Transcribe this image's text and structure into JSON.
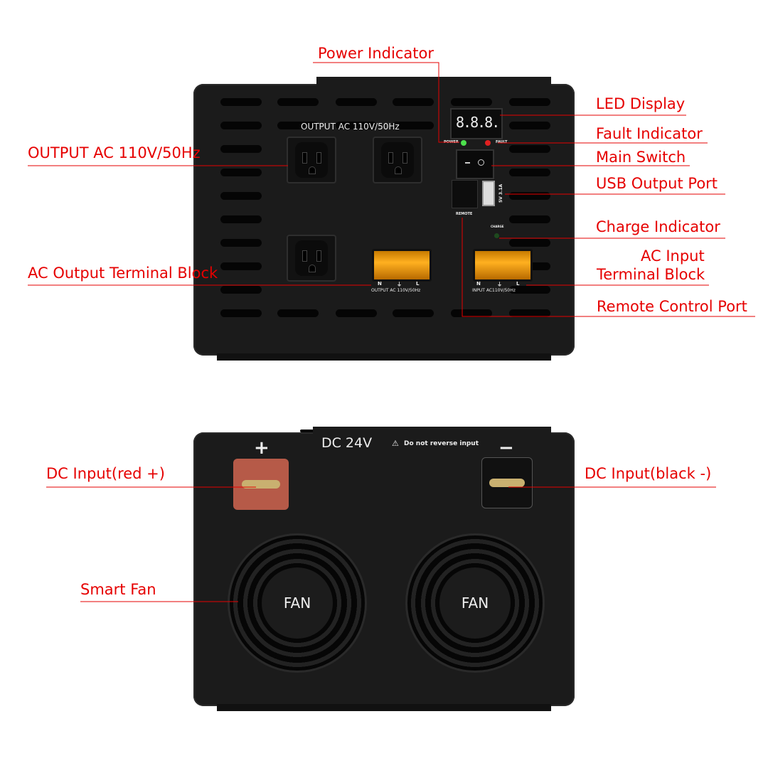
{
  "callouts": {
    "power_indicator": "Power Indicator",
    "led_display": "LED Display",
    "fault_indicator": "Fault Indicator",
    "main_switch": "Main Switch",
    "usb_output_port": "USB Output Port",
    "charge_indicator": "Charge Indicator",
    "ac_input_terminal_block_1": "AC Input",
    "ac_input_terminal_block_2": "Terminal Block",
    "remote_control_port": "Remote Control Port",
    "output_ac": "OUTPUT AC 110V/50Hz",
    "ac_output_terminal_block": "AC Output Terminal Block",
    "dc_input_red": "DC Input(red +)",
    "dc_input_black": "DC Input(black -)",
    "smart_fan": "Smart Fan"
  },
  "front_panel": {
    "output_title": "OUTPUT AC 110V/50Hz",
    "display_digits": "8.8.8.",
    "power_label": "POWER",
    "fault_label": "FAULT",
    "usb_label": "5V 3.1A",
    "remote_label": "REMOTE",
    "charge_label": "CHARGE",
    "terminal_n": "N",
    "terminal_ground": "⏚",
    "terminal_l": "L",
    "output_terminal_label": "OUTPUT AC 110V/50Hz",
    "input_terminal_label": "INPUT AC110V/50Hz"
  },
  "rear_panel": {
    "dc_voltage": "DC 24V",
    "warning": "Do not reverse input",
    "plus": "+",
    "minus": "−",
    "fan_left": "FAN",
    "fan_right": "FAN"
  },
  "colors": {
    "callout": "#e60000",
    "panel": "#1b1b1b",
    "terminal": "#ffb020",
    "red_post": "#b65a48"
  }
}
